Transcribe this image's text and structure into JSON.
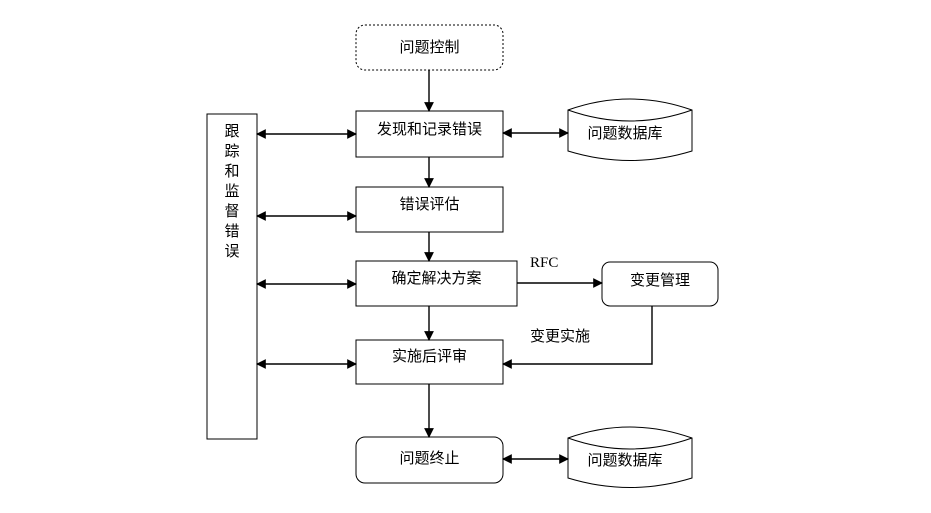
{
  "diagram": {
    "nodes": {
      "problem_control": "问题控制",
      "discover_record": "发现和记录错误",
      "problem_db_top": "问题数据库",
      "error_assess": "错误评估",
      "determine_solution": "确定解决方案",
      "change_mgmt": "变更管理",
      "post_review": "实施后评审",
      "problem_end": "问题终止",
      "problem_db_bottom": "问题数据库",
      "track_monitor": [
        "跟",
        "踪",
        "和",
        "监",
        "督",
        "错",
        "误"
      ]
    },
    "edge_labels": {
      "rfc": "RFC",
      "change_impl": "变更实施"
    }
  }
}
